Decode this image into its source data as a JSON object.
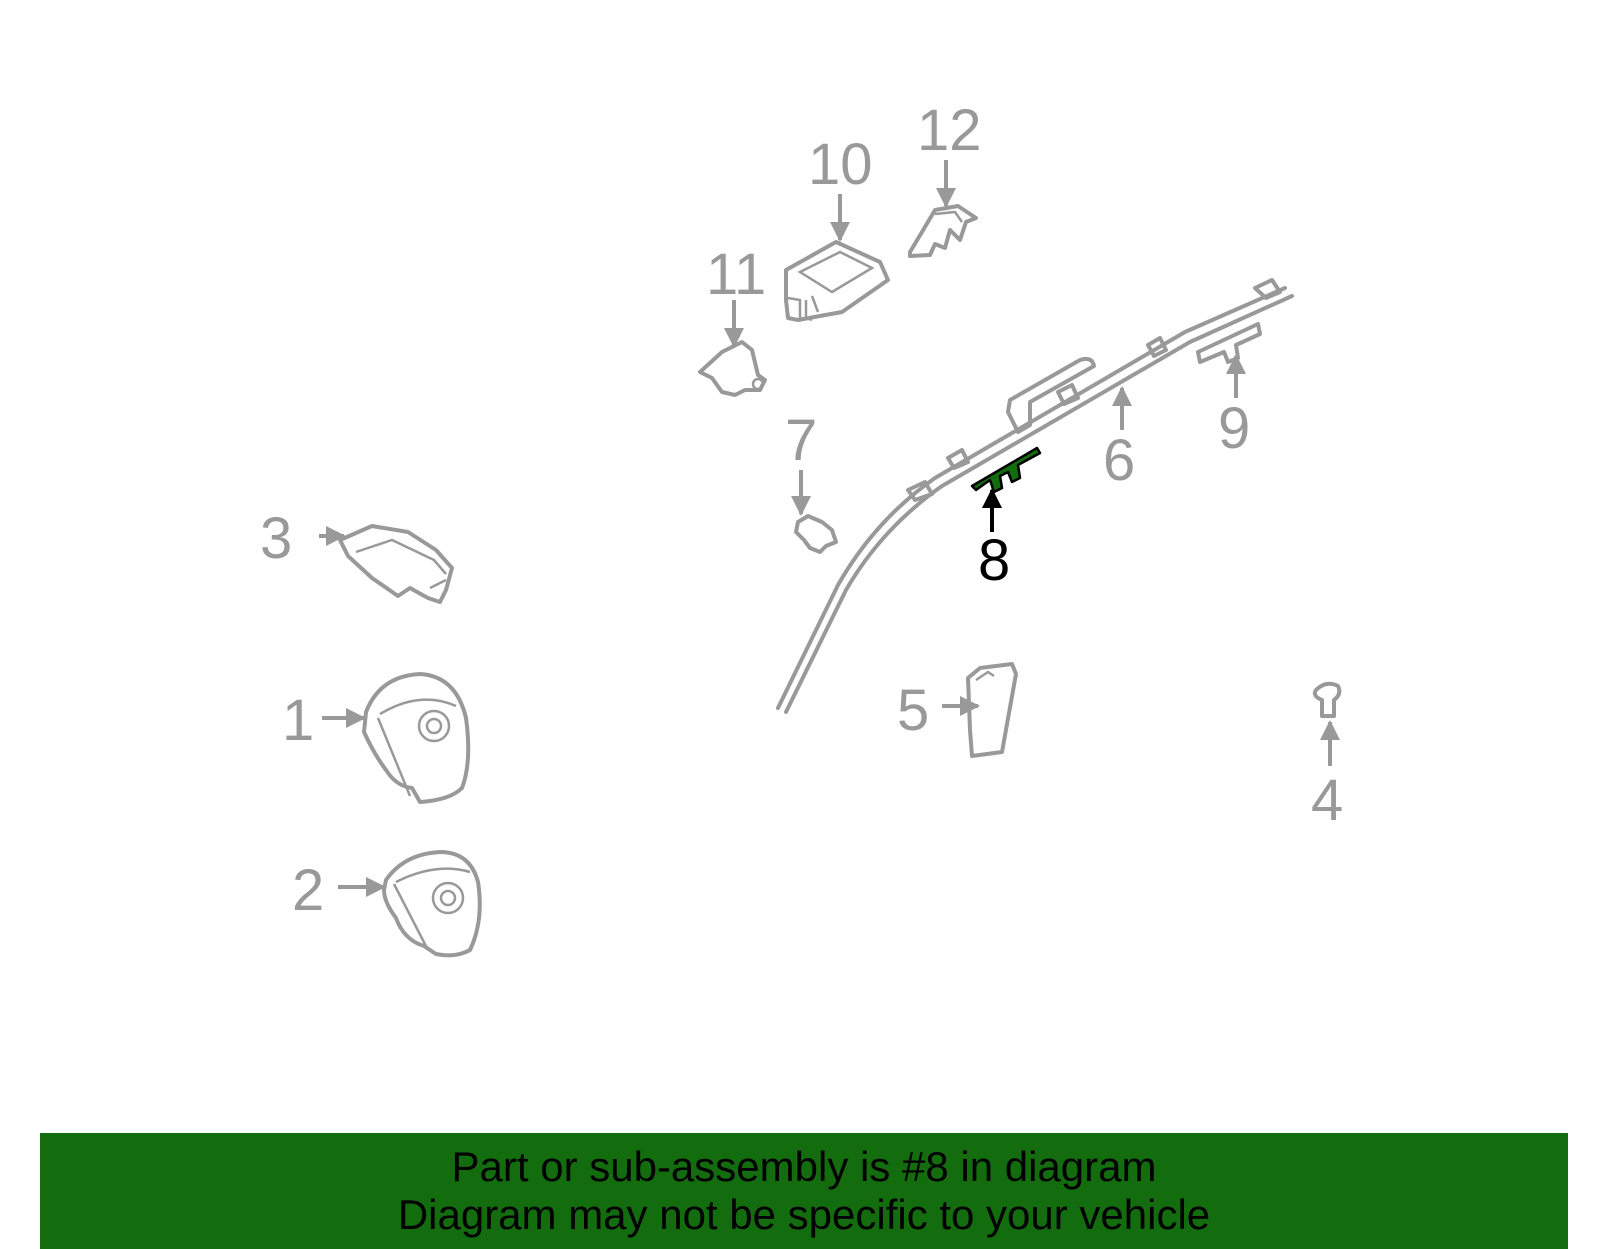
{
  "diagram": {
    "highlight_color": "#136c0e",
    "line_color": "#999999",
    "highlighted_part": "8",
    "callouts": {
      "c1": "1",
      "c2": "2",
      "c3": "3",
      "c4": "4",
      "c5": "5",
      "c6": "6",
      "c7": "7",
      "c8": "8",
      "c9": "9",
      "c10": "10",
      "c11": "11",
      "c12": "12"
    }
  },
  "banner": {
    "line1": "Part or sub-assembly is #8 in diagram",
    "line2": "Diagram may not be specific to your vehicle",
    "background": "#136c0e"
  }
}
